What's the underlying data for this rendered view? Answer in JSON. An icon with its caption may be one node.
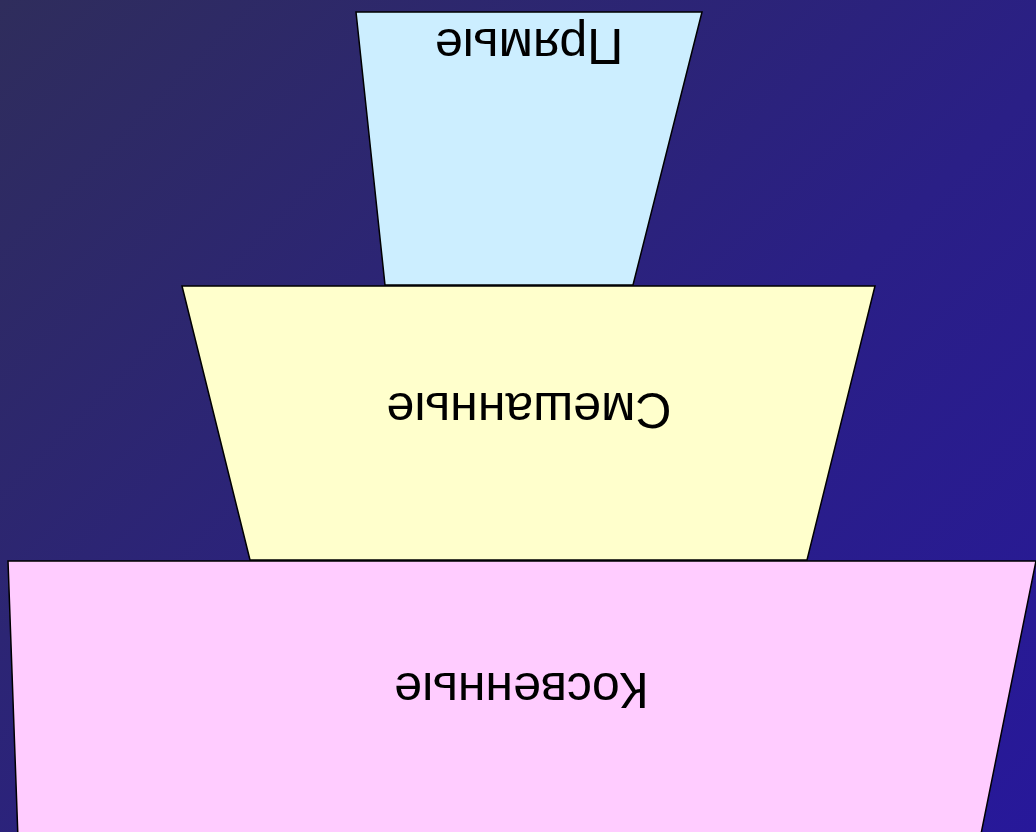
{
  "diagram": {
    "nodes": [
      {
        "text": [
          "Прямые"
        ]
      },
      {
        "text": [
          "Смешанные"
        ]
      },
      {
        "text": [
          "Косвенные"
        ]
      }
    ]
  }
}
